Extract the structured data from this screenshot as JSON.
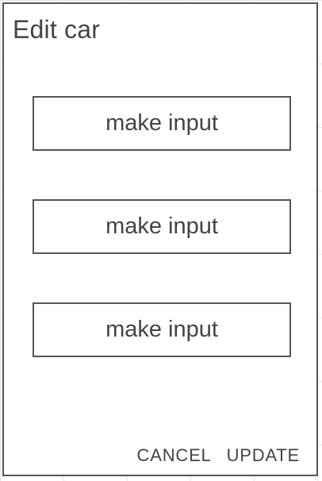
{
  "dialog": {
    "title": "Edit car",
    "fields": [
      {
        "label": "make input"
      },
      {
        "label": "make input"
      },
      {
        "label": "make input"
      }
    ],
    "actions": {
      "cancel_label": "CANCEL",
      "update_label": "UPDATE"
    }
  }
}
